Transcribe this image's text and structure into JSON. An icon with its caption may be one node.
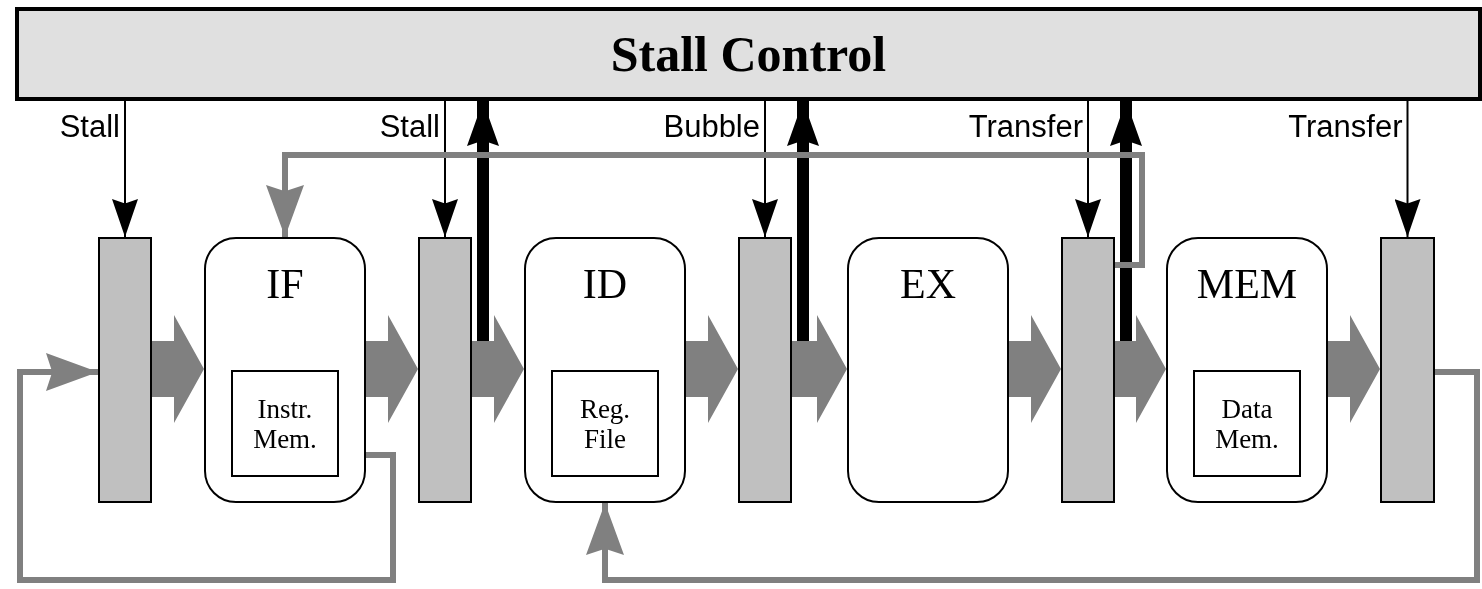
{
  "diagram": {
    "nodes": [
      {
        "text": [
          "Stall Control"
        ]
      },
      {
        "text": [],
        "shape": "bar"
      },
      {
        "text": [
          "IF"
        ]
      },
      {
        "text": [
          "Instr. Mem."
        ],
        "in": 2
      },
      {
        "text": [],
        "shape": "bar"
      },
      {
        "text": [
          "ID"
        ]
      },
      {
        "text": [
          "Reg. File"
        ],
        "in": 5
      },
      {
        "text": [],
        "shape": "bar"
      },
      {
        "text": [
          "EX"
        ]
      },
      {
        "text": [],
        "shape": "bar"
      },
      {
        "text": [
          "MEM"
        ]
      },
      {
        "text": [
          "Data Mem."
        ],
        "in": 10
      },
      {
        "text": [],
        "shape": "bar"
      }
    ],
    "edges": [
      {
        "from": 0,
        "to": 1,
        "arrow": "to",
        "label": "Stall",
        "color": "#000000"
      },
      {
        "from": 0,
        "to": 4,
        "arrow": "to",
        "label": "Stall",
        "color": "#000000"
      },
      {
        "from": 0,
        "to": 7,
        "arrow": "to",
        "label": "Bubble",
        "color": "#000000"
      },
      {
        "from": 0,
        "to": 9,
        "arrow": "to",
        "label": "Transfer",
        "color": "#000000"
      },
      {
        "from": 0,
        "to": 12,
        "arrow": "to",
        "label": "Transfer",
        "color": "#000000"
      },
      {
        "from": 4,
        "to": 0,
        "arrow": "to",
        "style": "thick",
        "color": "#000000"
      },
      {
        "from": 7,
        "to": 0,
        "arrow": "to",
        "style": "thick",
        "color": "#000000"
      },
      {
        "from": 9,
        "to": 0,
        "arrow": "to",
        "style": "thick",
        "color": "#000000"
      },
      {
        "from": 1,
        "to": 2,
        "arrow": "to",
        "style": "thick",
        "color": "#808080"
      },
      {
        "from": 2,
        "to": 4,
        "arrow": "to",
        "style": "thick",
        "color": "#808080"
      },
      {
        "from": 4,
        "to": 5,
        "arrow": "to",
        "style": "thick",
        "color": "#808080"
      },
      {
        "from": 5,
        "to": 7,
        "arrow": "to",
        "style": "thick",
        "color": "#808080"
      },
      {
        "from": 7,
        "to": 8,
        "arrow": "to",
        "style": "thick",
        "color": "#808080"
      },
      {
        "from": 8,
        "to": 9,
        "arrow": "to",
        "style": "thick",
        "color": "#808080"
      },
      {
        "from": 9,
        "to": 10,
        "arrow": "to",
        "style": "thick",
        "color": "#808080"
      },
      {
        "from": 10,
        "to": 12,
        "arrow": "to",
        "style": "thick",
        "color": "#808080"
      },
      {
        "from": 2,
        "to": 1,
        "arrow": "to",
        "color": "#808080"
      },
      {
        "from": 9,
        "to": 2,
        "arrow": "to",
        "color": "#808080"
      },
      {
        "from": 12,
        "to": 5,
        "arrow": "to",
        "color": "#808080"
      }
    ]
  }
}
